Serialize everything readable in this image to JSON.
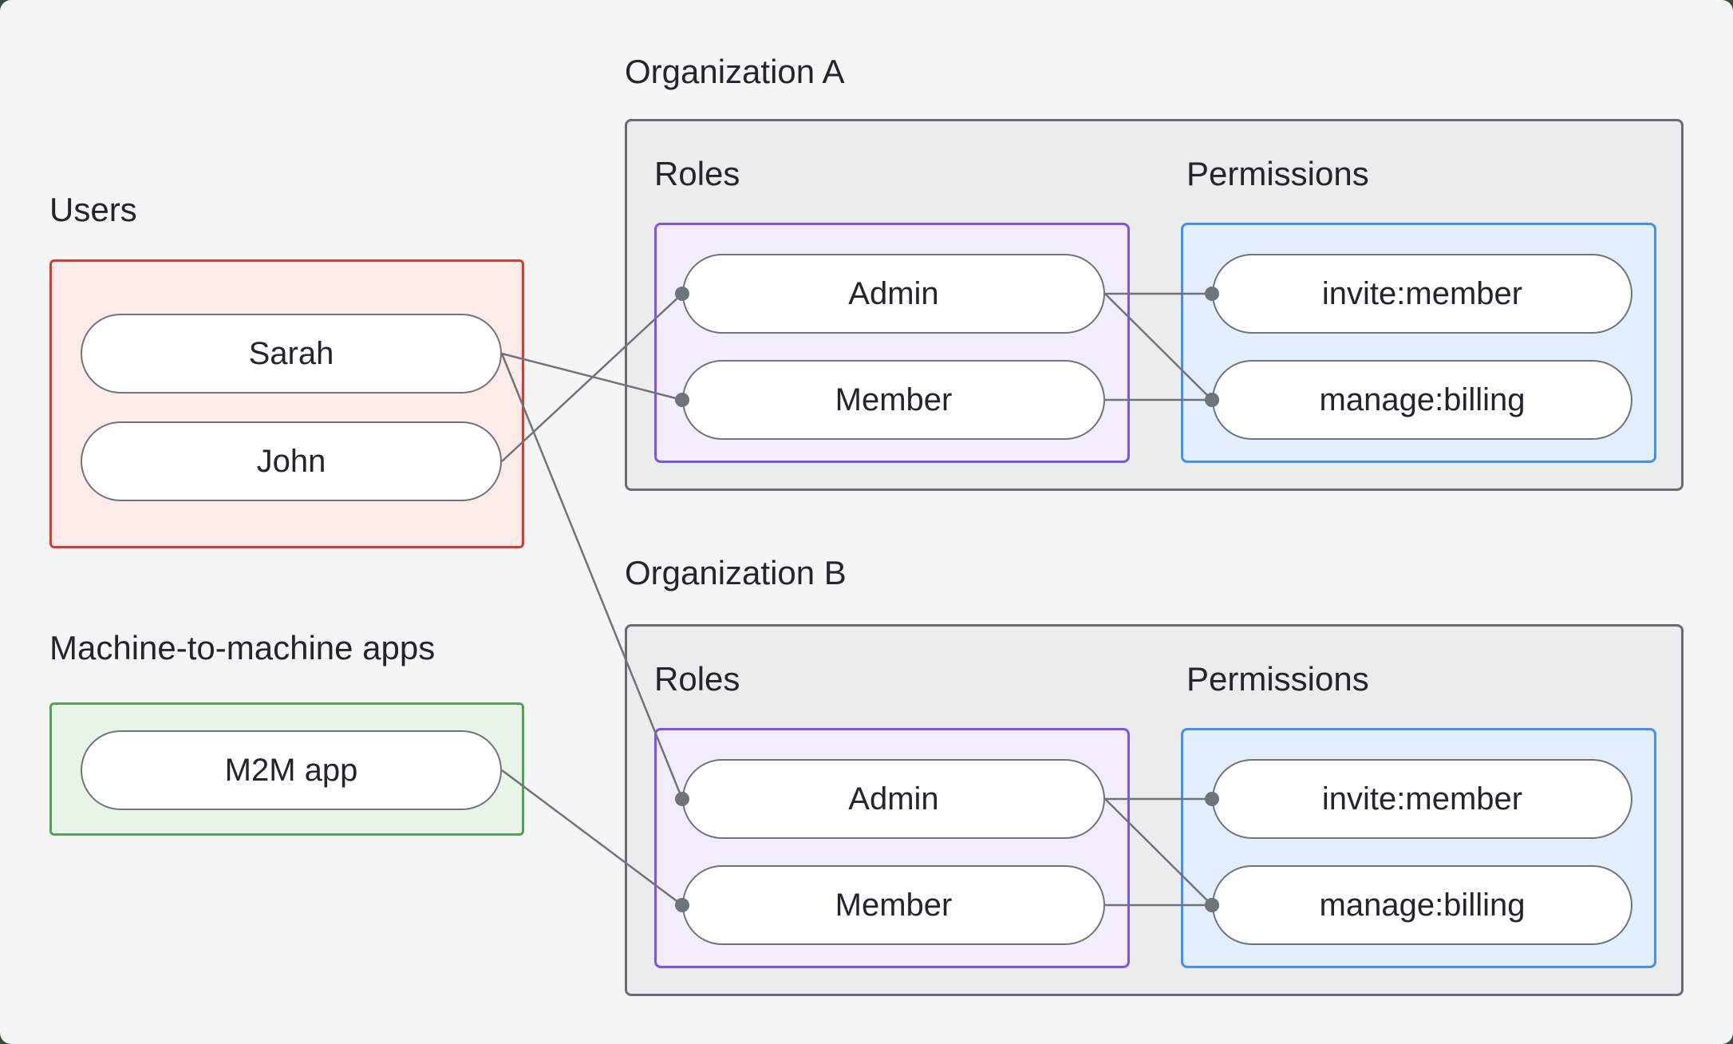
{
  "diagram": {
    "users_section": {
      "label": "Users",
      "items": [
        {
          "id": "sarah",
          "label": "Sarah"
        },
        {
          "id": "john",
          "label": "John"
        }
      ]
    },
    "m2m_section": {
      "label": "Machine-to-machine apps",
      "items": [
        {
          "id": "m2m-app",
          "label": "M2M app"
        }
      ]
    },
    "organizations": [
      {
        "title": "Organization A",
        "roles_label": "Roles",
        "permissions_label": "Permissions",
        "roles": [
          {
            "id": "org-a-admin",
            "label": "Admin"
          },
          {
            "id": "org-a-member",
            "label": "Member"
          }
        ],
        "permissions": [
          {
            "id": "org-a-invite",
            "label": "invite:member"
          },
          {
            "id": "org-a-manage",
            "label": "manage:billing"
          }
        ]
      },
      {
        "title": "Organization B",
        "roles_label": "Roles",
        "permissions_label": "Permissions",
        "roles": [
          {
            "id": "org-b-admin",
            "label": "Admin"
          },
          {
            "id": "org-b-member",
            "label": "Member"
          }
        ],
        "permissions": [
          {
            "id": "org-b-invite",
            "label": "invite:member"
          },
          {
            "id": "org-b-manage",
            "label": "manage:billing"
          }
        ]
      }
    ],
    "edges": [
      {
        "from": "sarah",
        "to": "org-a-member"
      },
      {
        "from": "john",
        "to": "org-a-admin"
      },
      {
        "from": "sarah",
        "to": "org-b-admin"
      },
      {
        "from": "m2m-app",
        "to": "org-b-member"
      },
      {
        "from": "org-a-admin",
        "to": "org-a-invite"
      },
      {
        "from": "org-a-admin",
        "to": "org-a-manage"
      },
      {
        "from": "org-a-member",
        "to": "org-a-manage"
      },
      {
        "from": "org-b-admin",
        "to": "org-b-invite"
      },
      {
        "from": "org-b-admin",
        "to": "org-b-manage"
      },
      {
        "from": "org-b-member",
        "to": "org-b-manage"
      }
    ]
  },
  "style": {
    "line_width": 2.5,
    "dot_radius": 9,
    "colors": {
      "page_bg": "#f4f6f5",
      "outer_bg": "#30503f",
      "text": "#22262b",
      "line": "#6f747a",
      "pill_fill": "#ffffff",
      "pill_border": "#6f747a",
      "org_fill": "#ebedec",
      "org_border": "#686d73",
      "users_fill": "#fcebe9",
      "users_border": "#d93a31",
      "m2m_fill": "#e9f4e9",
      "m2m_border": "#55a05b",
      "roles_fill": "#f2edfc",
      "roles_border": "#7a52f5",
      "perms_fill": "#e2eefb",
      "perms_border": "#4390f5"
    }
  }
}
